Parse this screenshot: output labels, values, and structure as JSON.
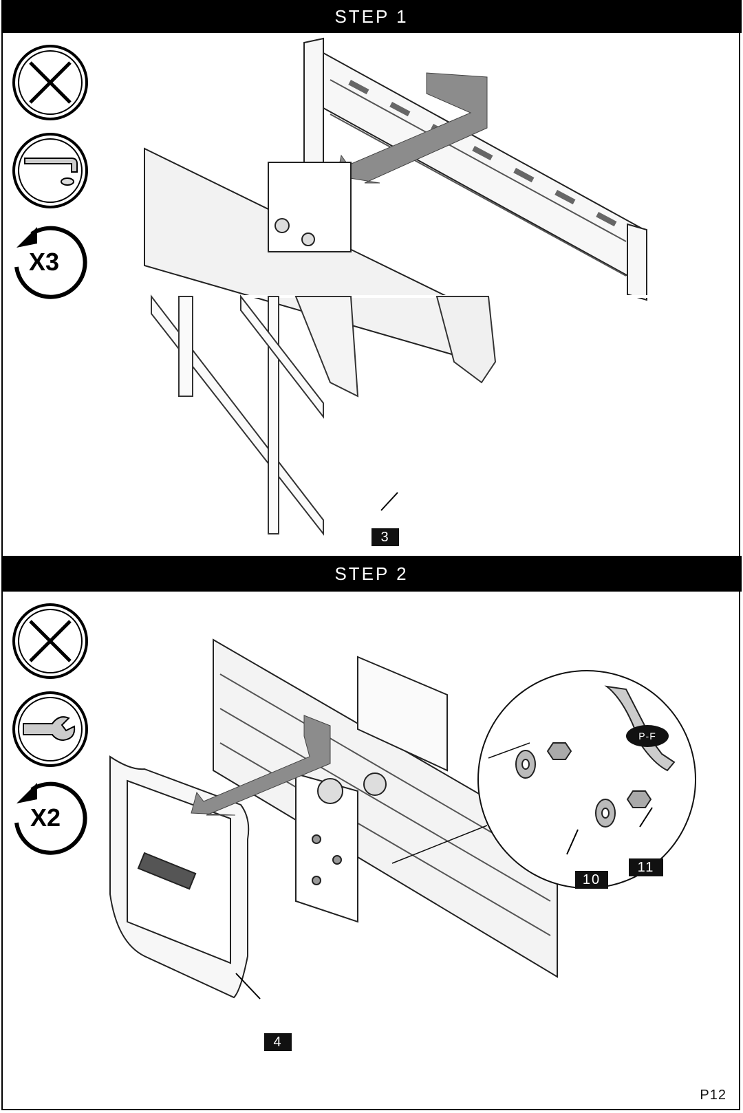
{
  "steps": [
    {
      "title": "STEP 1",
      "repeat_label": "X3",
      "icons": [
        "no-power-tool-icon",
        "hex-key-icon",
        "counterclockwise-rotate-icon"
      ],
      "callouts": [
        "3"
      ]
    },
    {
      "title": "STEP 2",
      "repeat_label": "X2",
      "icons": [
        "no-power-tool-icon",
        "wrench-icon",
        "counterclockwise-rotate-icon"
      ],
      "callouts": [
        "4",
        "10",
        "11"
      ],
      "tool_label": "P-F"
    }
  ],
  "page_number": "P12"
}
